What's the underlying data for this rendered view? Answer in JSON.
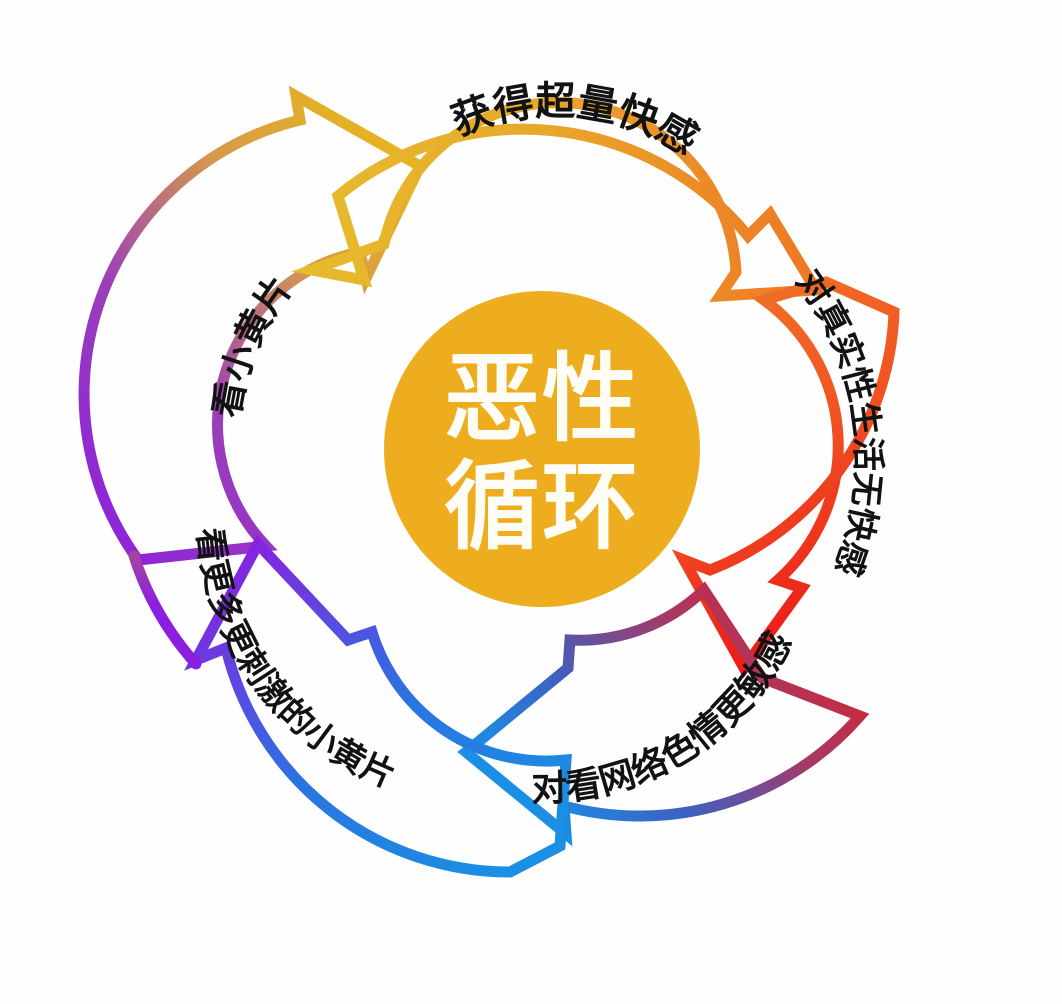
{
  "diagram": {
    "title": "恶性循环",
    "center": {
      "line1": "恶性",
      "line2": "循环",
      "fill_color": "#edad1e",
      "text_color": "#fdfcf5"
    },
    "background_color": "#fefefe",
    "steps": [
      {
        "id": "step-watch-porn",
        "label": "看小黄片",
        "position": "upper-left",
        "color_start": "#8a1fe0",
        "color_end": "#e8b71d",
        "arrow_head_color": "#e8b420"
      },
      {
        "id": "step-super-pleasure",
        "label": "获得超量快感",
        "position": "top",
        "color_start": "#e8b71d",
        "color_end": "#ef7724",
        "arrow_head_color": "#ef7724"
      },
      {
        "id": "step-no-real-pleasure",
        "label": "对真实性生活无快感",
        "position": "right",
        "color_start": "#ef7724",
        "color_end": "#ec1c18",
        "arrow_head_color": "#ec1c18"
      },
      {
        "id": "step-more-sensitive",
        "label": "对看网络色情更敏感",
        "position": "bottom-right",
        "color_start": "#ec1c18",
        "color_end": "#1a8fe3",
        "arrow_head_color": "#1a8fe3"
      },
      {
        "id": "step-more-extreme-porn",
        "label": "看更多更刺激的小黄片",
        "position": "bottom-left",
        "color_start": "#1a8fe3",
        "color_end": "#8a1fe0",
        "arrow_head_color": "#8a1fe0"
      }
    ],
    "palette": {
      "gold": "#e8b71d",
      "orange": "#ef7724",
      "red": "#ec1c18",
      "blue": "#1a8fe3",
      "purple": "#8a1fe0",
      "amber_circle": "#edad1e"
    }
  }
}
